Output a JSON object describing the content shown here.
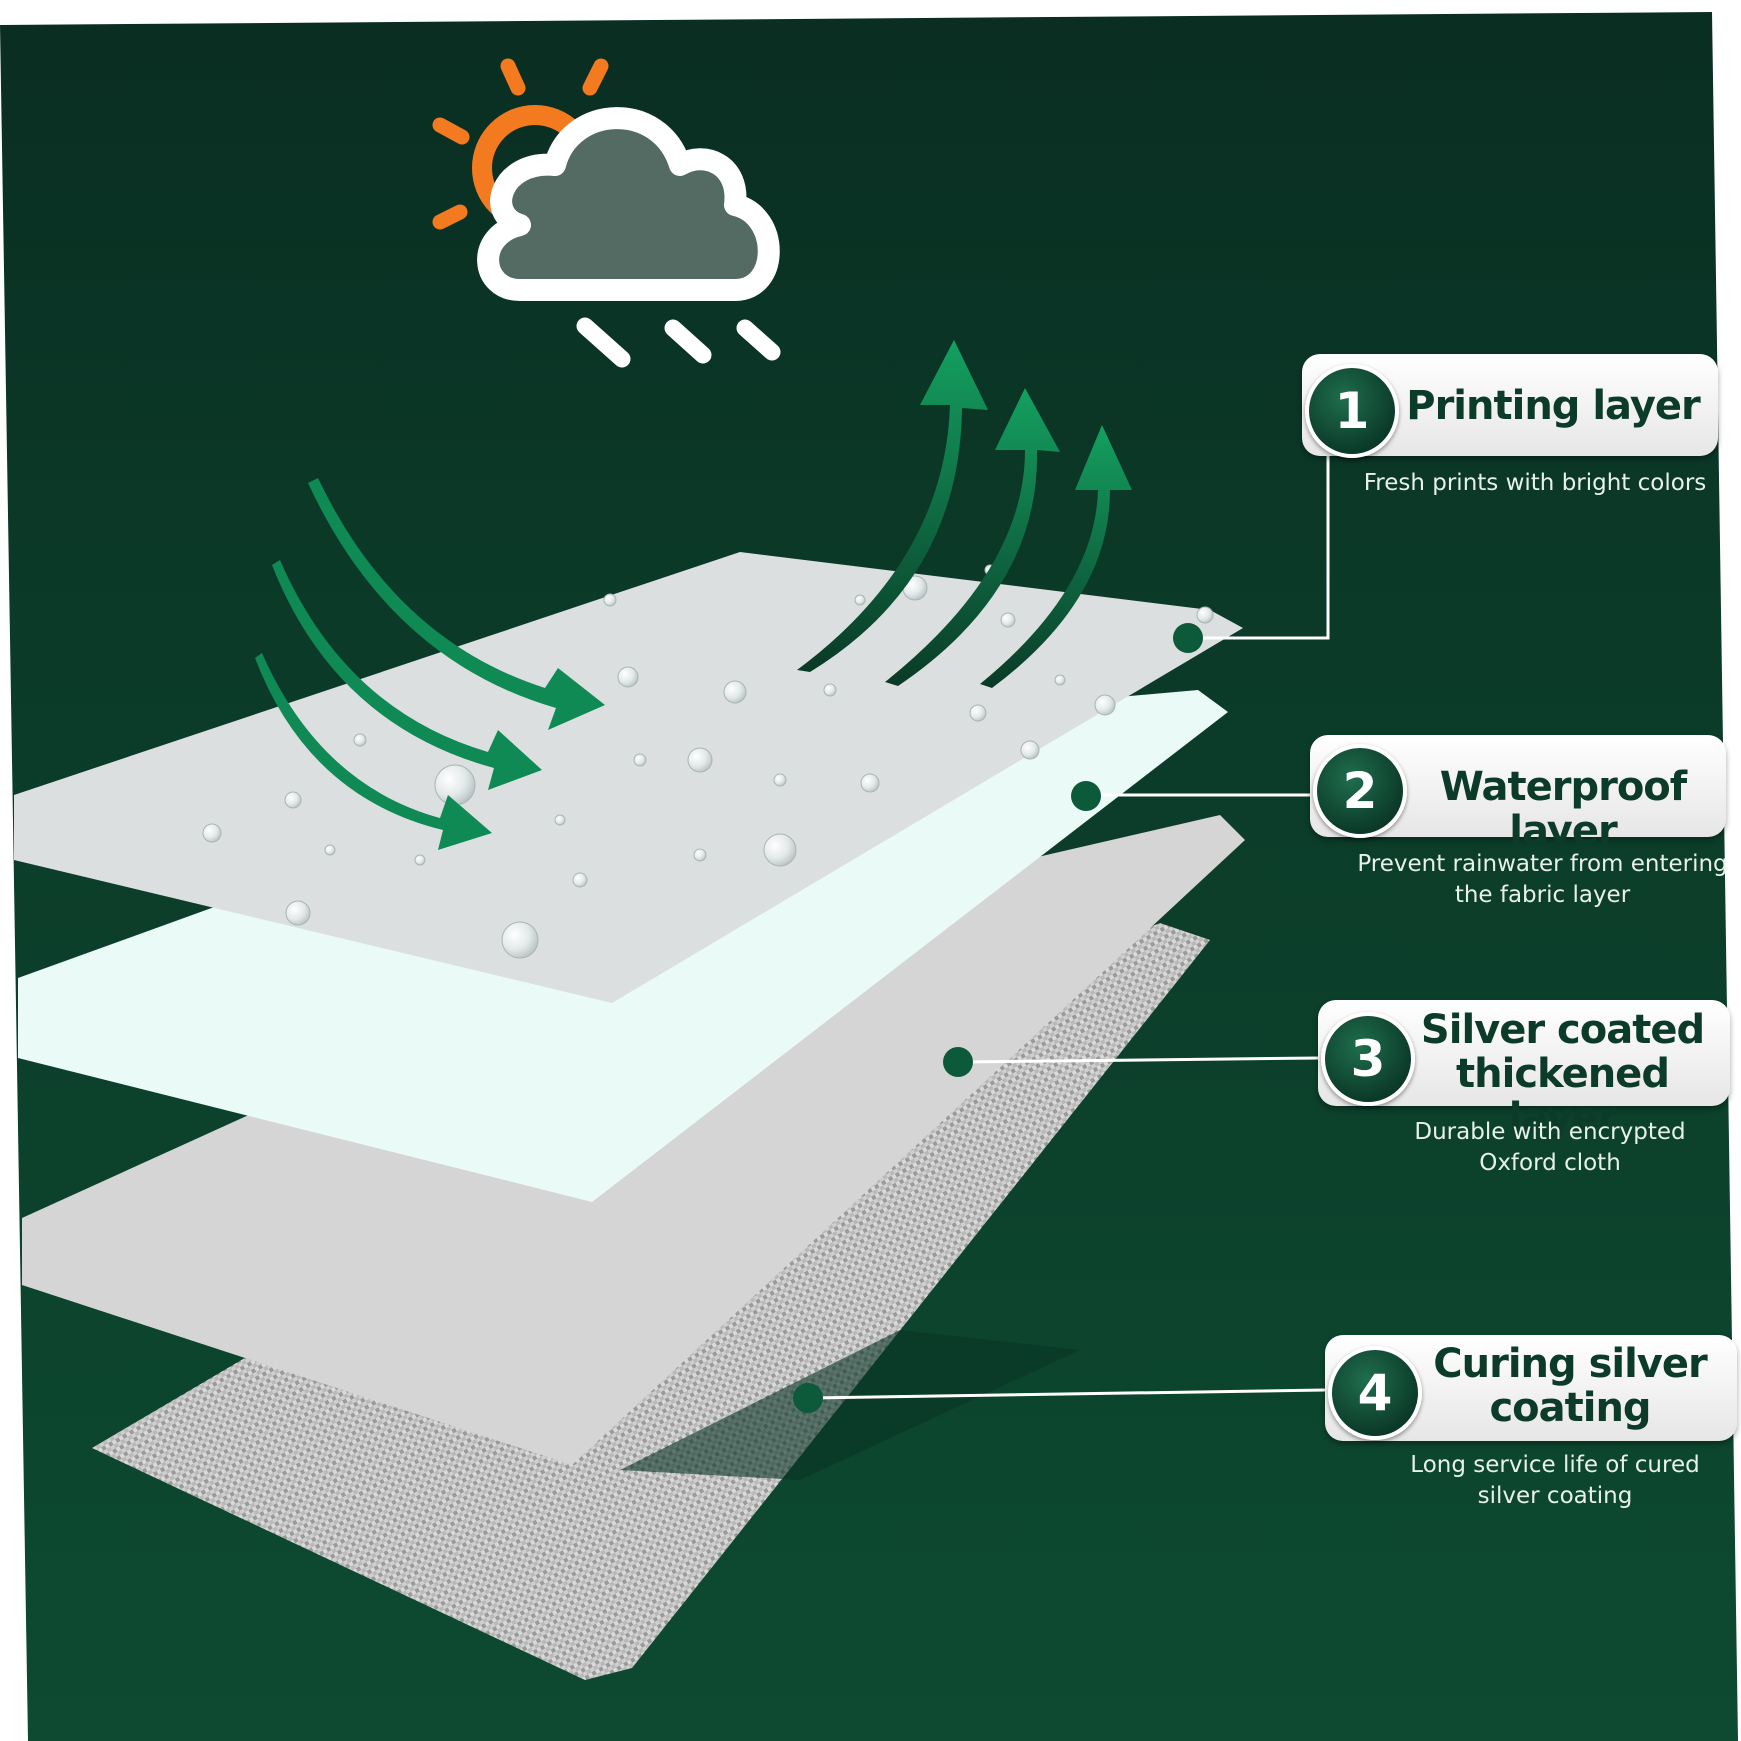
{
  "colors": {
    "background": "#0b3f2b",
    "background_dark": "#0a2e22",
    "accent_green": "#0f8a54",
    "sun_orange": "#f47a20",
    "cloud_fill": "#546b64",
    "layer_light": "#e9faf7",
    "layer_gray": "#d5d5d5",
    "card_text": "#0c3b2a",
    "desc_text": "#e8f0ec"
  },
  "icons": [
    "sun-icon",
    "cloud-icon",
    "rain-icon",
    "wind-arrow-icon",
    "vapor-arrow-icon"
  ],
  "layers": [
    {
      "number": "1",
      "title": "Printing layer",
      "description": "Fresh prints with bright colors"
    },
    {
      "number": "2",
      "title": "Waterproof layer",
      "description": "Prevent rainwater from entering the fabric layer"
    },
    {
      "number": "3",
      "title": "Silver coated thickened layer",
      "description": "Durable with encrypted Oxford cloth"
    },
    {
      "number": "4",
      "title": "Curing silver coating",
      "description": "Long service life of cured silver coating"
    }
  ]
}
